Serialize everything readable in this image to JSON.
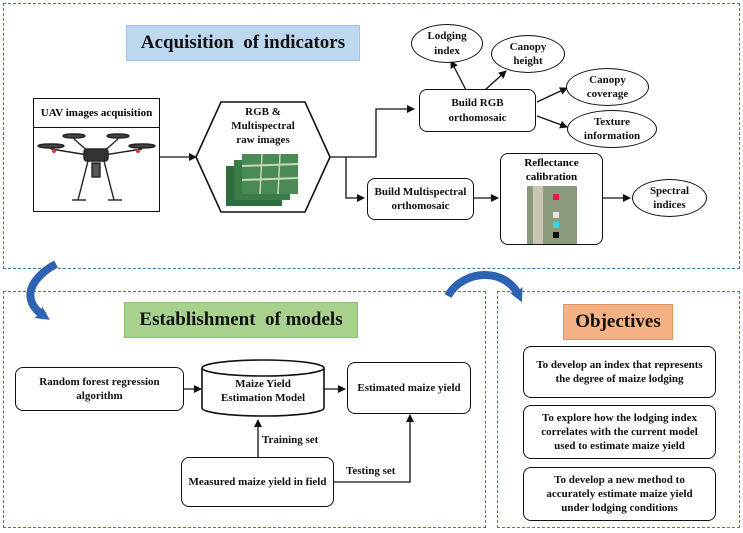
{
  "sections": {
    "acquisition_title": "Acquisition  of indicators",
    "models_title": "Establishment  of models",
    "objectives_title": "Objectives"
  },
  "acquisition": {
    "uav_label": "UAV images acquisition",
    "raw_images": "RGB & Multispectral raw images",
    "build_rgb": "Build RGB orthomosaic",
    "build_ms": "Build Multispectral orthomosaic",
    "reflectance": "Reflectance calibration",
    "lodging_index": "Lodging index",
    "canopy_height": "Canopy height",
    "canopy_coverage": "Canopy coverage",
    "texture_info": "Texture information",
    "spectral_indices": "Spectral indices"
  },
  "models": {
    "random_forest": "Random forest regression algorithm",
    "estimation_model": "Maize Yield Estimation Model",
    "estimated_yield": "Estimated maize yield",
    "measured_yield": "Measured maize yield in field",
    "training_set": "Training set",
    "testing_set": "Testing set"
  },
  "objectives": {
    "items": [
      "To develop an index that represents the degree of maize lodging",
      "To explore how the lodging index correlates with the current model used to estimate maize yield",
      "To develop a new method to accurately estimate maize yield under lodging conditions"
    ]
  },
  "colors": {
    "acquisition_border": "#3f79a8",
    "acquisition_title_bg": "#bdd7ee",
    "models_border": "#548235",
    "models_title_bg": "#a9d18e",
    "objectives_border": "#c55a11",
    "objectives_title_bg": "#f4b183",
    "curve_arrow": "#2e62b3"
  },
  "icons": [
    "drone-icon",
    "field-images-icon",
    "calibration-panel-icon",
    "curved-arrow-icon",
    "database-cylinder-icon"
  ]
}
